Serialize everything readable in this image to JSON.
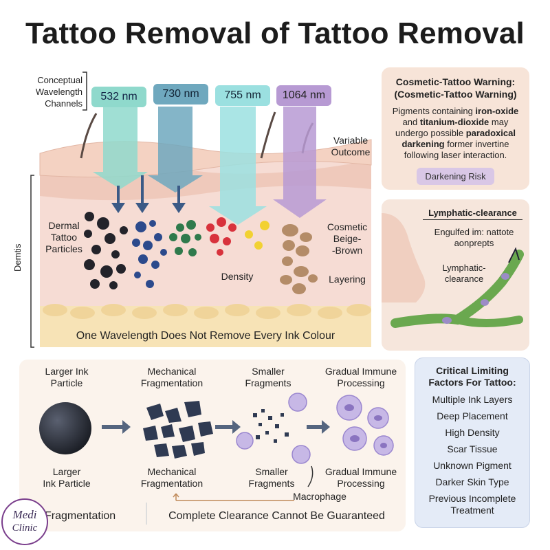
{
  "title": "Tattoo Removal of Tattoo Removal",
  "wavelength_caption": [
    "Conceptual",
    "Wavelength",
    "Channels"
  ],
  "wavelengths": [
    "532 nm",
    "730 nm",
    "755 nm",
    "1064 nm"
  ],
  "colors": {
    "w532": "#8fd9cc",
    "w730": "#6fa8be",
    "w755": "#9be0e0",
    "w1064": "#b79ad3",
    "skin": "#f6dcd4",
    "fat": "#f7e3b6",
    "panel": "#f7e4d8",
    "factors_bg": "#e4ebf7"
  },
  "skin_labels": {
    "variable_outcome": [
      "Variable",
      "Outcome"
    ],
    "dermal": [
      "Dermal",
      "Tattoo",
      "Particles"
    ],
    "cosmetic": [
      "Cosmetic",
      "Beige-",
      "-Brown"
    ],
    "density": "Density",
    "layering": "Layering",
    "dermis": "Demtis",
    "footer": "One Wavelength Does Not Remove Every Ink Colour"
  },
  "warning": {
    "title": [
      "Cosmetic-Tattoo Warning:",
      "(Cosmetic-Tattoo Warning)"
    ],
    "body_1": "Pigments containing ",
    "iron": "iron-oxide",
    "body_2": " and ",
    "titanium": "titanium-dioxide",
    "body_3": " may undergo possible ",
    "paradoxical": "paradoxical darkening",
    "body_4": " former invertine following laser interaction.",
    "pill": "Darkening Risk"
  },
  "lymphatic": {
    "title": "Lymphatic-clearance",
    "engulfed": [
      "Engulfed im: nattote",
      "aonprepts"
    ],
    "label": [
      "Lymphatic-",
      "clearance"
    ]
  },
  "process": {
    "top": [
      [
        "Larger Ink",
        "Particle"
      ],
      [
        "Mechanical",
        "Fragmentation"
      ],
      [
        "Smaller",
        "Fragments"
      ],
      [
        "Gradual Immune",
        "Processing"
      ]
    ],
    "bottom": [
      [
        "Larger",
        "Ink Particle"
      ],
      [
        "Mechanical",
        "Fragmentation"
      ],
      [
        "Smaller",
        "Fragments"
      ],
      [
        "Gradual Immune",
        "Processing"
      ]
    ],
    "macrophage": "Macrophage",
    "footer_left": "Fragmentation",
    "footer_right": "Complete Clearance Cannot Be Guaranteed"
  },
  "factors": {
    "title": [
      "Critical Limiting",
      "Factors For Tattoo:"
    ],
    "items": [
      "Multiple Ink Layers",
      "Deep Placement",
      "High Density",
      "Scar Tissue",
      "Unknown Pigment",
      "Darker Skin Type",
      "Previous Incomplete Treatment"
    ]
  },
  "logo": [
    "Medi",
    "Clinic"
  ]
}
